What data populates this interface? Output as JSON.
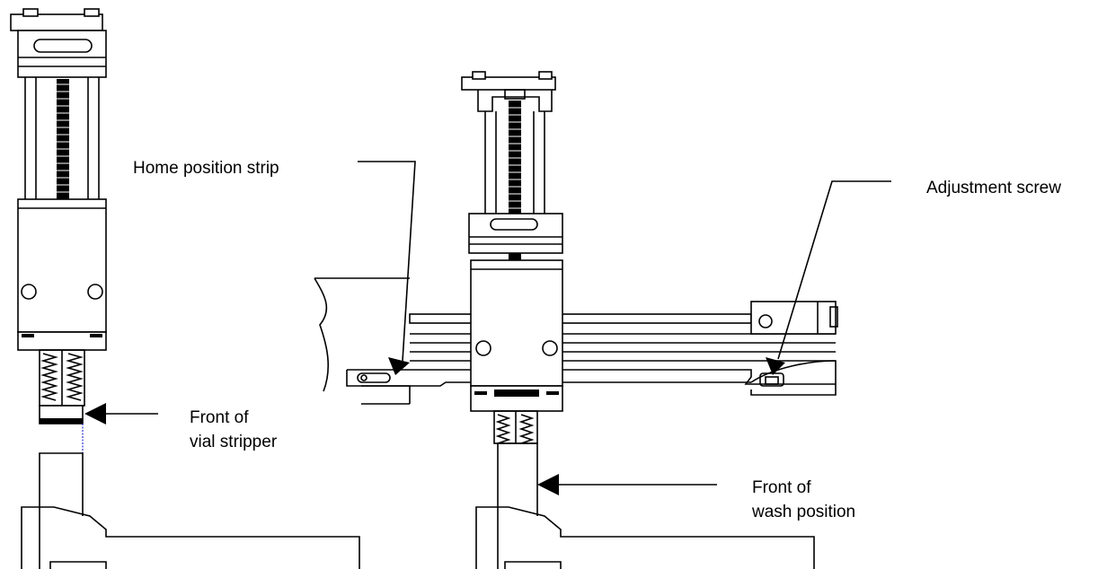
{
  "labels": {
    "home_position_strip": "Home position strip",
    "adjustment_screw": "Adjustment screw",
    "front_vial_line1": "Front of",
    "front_vial_line2": "vial stripper",
    "front_wash_line1": "Front of",
    "front_wash_line2": "wash position"
  },
  "colors": {
    "line": "#000000",
    "alignment_line": "#2a2ad0",
    "background": "#ffffff"
  }
}
